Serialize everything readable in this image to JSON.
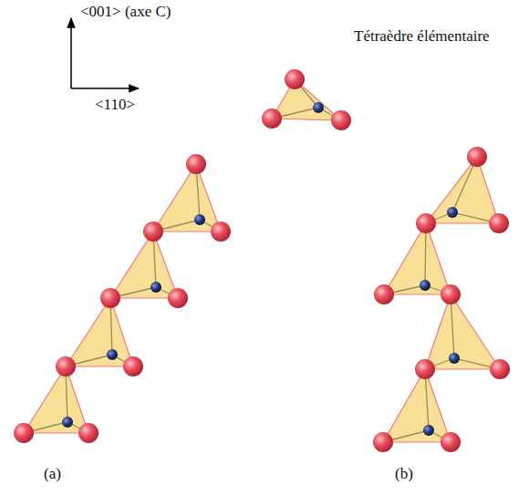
{
  "diagram": {
    "labels": [
      "<001> (axe C)",
      "<110>",
      "Tétraèdre élémentaire",
      "(a)",
      "(b)"
    ]
  }
}
